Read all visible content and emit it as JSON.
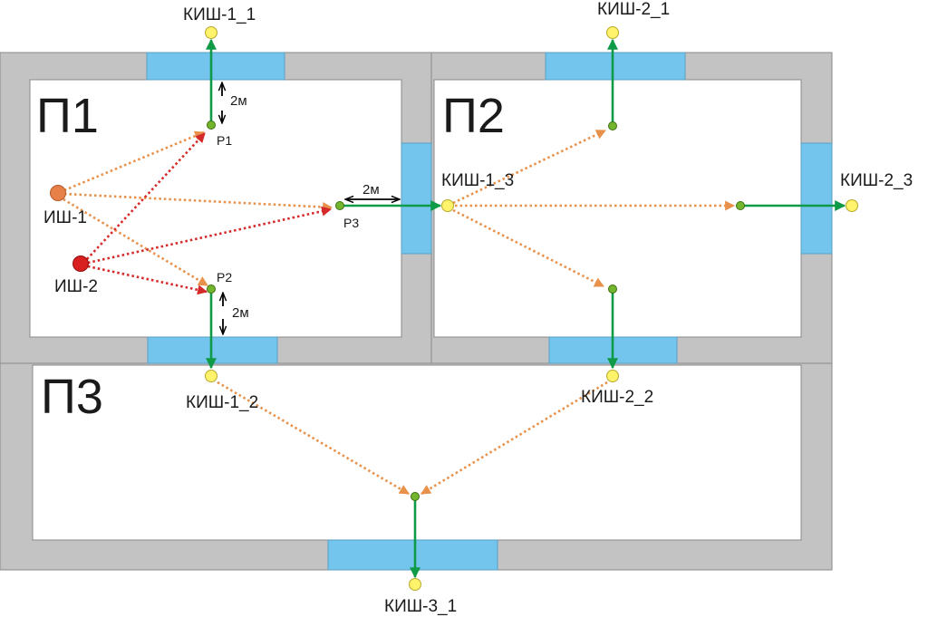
{
  "rooms": {
    "p1": "П1",
    "p2": "П2",
    "p3": "П3"
  },
  "sources": {
    "ish1": "ИШ-1",
    "ish2": "ИШ-2"
  },
  "points": {
    "p1": "Р1",
    "p2": "Р2",
    "p3": "Р3"
  },
  "outputs": {
    "kish_1_1": "КИШ-1_1",
    "kish_1_2": "КИШ-1_2",
    "kish_1_3": "КИШ-1_3",
    "kish_2_1": "КИШ-2_1",
    "kish_2_2": "КИШ-2_2",
    "kish_2_3": "КИШ-2_3",
    "kish_3_1": "КИШ-3_1"
  },
  "dimensions": {
    "d1": "2м",
    "d2": "2м",
    "d3": "2м"
  },
  "colors": {
    "wall": "#c3c3c3",
    "opening": "#74c5ee",
    "source_1": "#e8804a",
    "source_2": "#d92020",
    "path_orange": "#e8914a",
    "path_red": "#d42a2a",
    "path_green": "#0e9a46",
    "point_green": "#73b62e",
    "output_yellow": "#fff36b"
  }
}
